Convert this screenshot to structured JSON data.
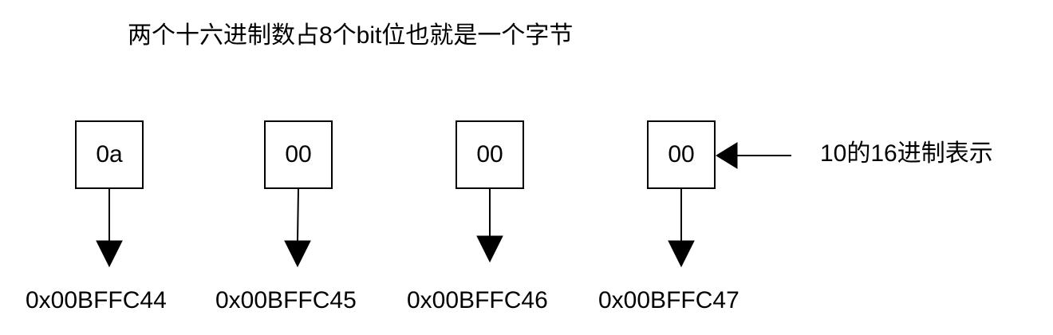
{
  "title": "两个十六进制数占8个bit位也就是一个字节",
  "bytes": [
    {
      "value": "0a",
      "address": "0x00BFFC44"
    },
    {
      "value": "00",
      "address": "0x00BFFC45"
    },
    {
      "value": "00",
      "address": "0x00BFFC46"
    },
    {
      "value": "00",
      "address": "0x00BFFC47"
    }
  ],
  "annotation": "10的16进制表示"
}
